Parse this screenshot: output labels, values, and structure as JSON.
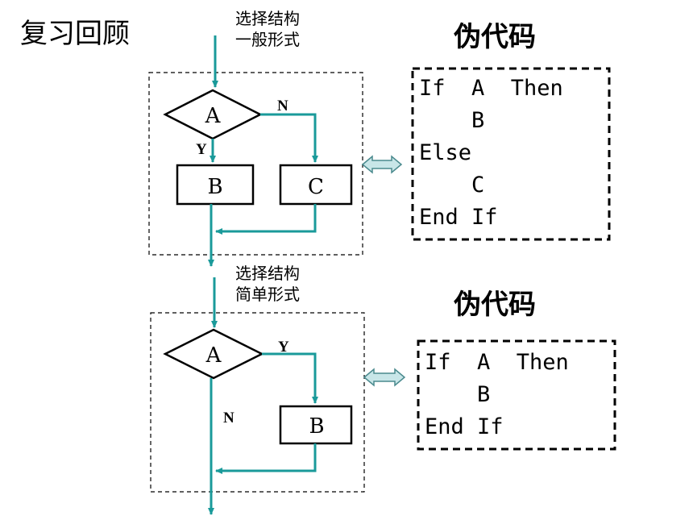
{
  "page": {
    "title": "复习回顾"
  },
  "general_form": {
    "caption_line1": "选择结构",
    "caption_line2": "一般形式",
    "decision": "A",
    "yes_label": "Y",
    "no_label": "N",
    "box_left": "B",
    "box_right": "C",
    "pseudo_title": "伪代码",
    "pseudocode": [
      "If  A  Then",
      "    B",
      "Else",
      "    C",
      "End If"
    ]
  },
  "simple_form": {
    "caption_line1": "选择结构",
    "caption_line2": "简单形式",
    "decision": "A",
    "yes_label": "Y",
    "no_label": "N",
    "box": "B",
    "pseudo_title": "伪代码",
    "pseudocode": [
      "If  A  Then",
      "    B",
      "End If"
    ]
  },
  "colors": {
    "flow_line": "#1a9a9a",
    "arrow_fill": "#c8e6e8",
    "arrow_stroke": "#4a8a8e"
  },
  "icons": {
    "equivalence": "double-arrow-icon"
  }
}
